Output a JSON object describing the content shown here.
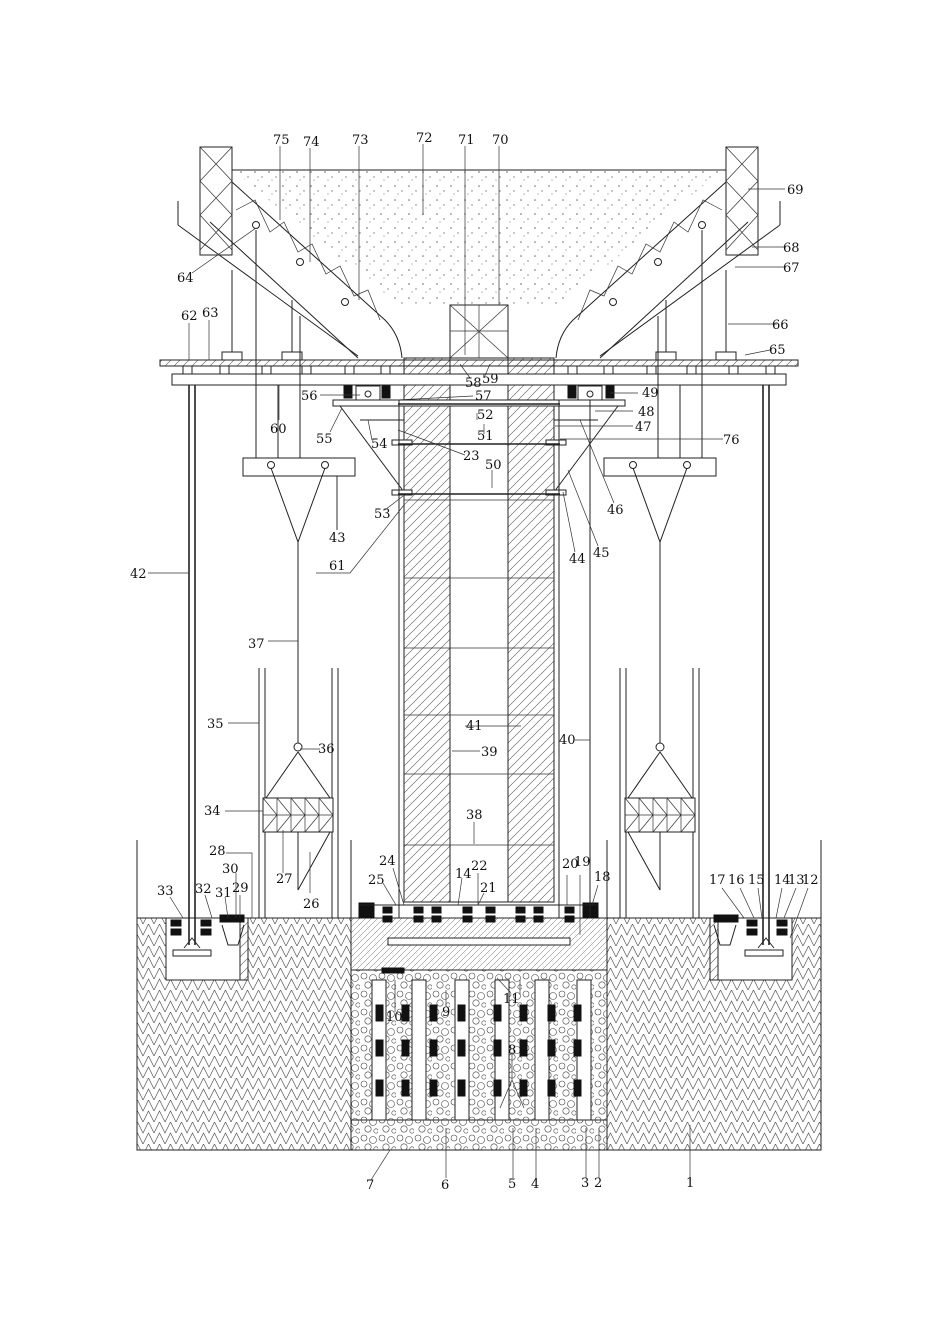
{
  "labels": [
    "75",
    "74",
    "73",
    "72",
    "71",
    "70",
    "69",
    "68",
    "67",
    "64",
    "66",
    "62",
    "63",
    "65",
    "56",
    "57",
    "49",
    "48",
    "58",
    "59",
    "52",
    "47",
    "55",
    "54",
    "51",
    "76",
    "60",
    "23",
    "50",
    "53",
    "46",
    "43",
    "44",
    "45",
    "61",
    "42",
    "37",
    "35",
    "41",
    "36",
    "39",
    "40",
    "34",
    "38",
    "28",
    "30",
    "24",
    "14",
    "22",
    "20",
    "19",
    "18",
    "21",
    "29",
    "33",
    "32",
    "31",
    "27",
    "25",
    "26",
    "17",
    "16",
    "15",
    "14",
    "13",
    "12",
    "11",
    "10",
    "9",
    "8",
    "7",
    "6",
    "5",
    "4",
    "3",
    "2",
    "1"
  ]
}
